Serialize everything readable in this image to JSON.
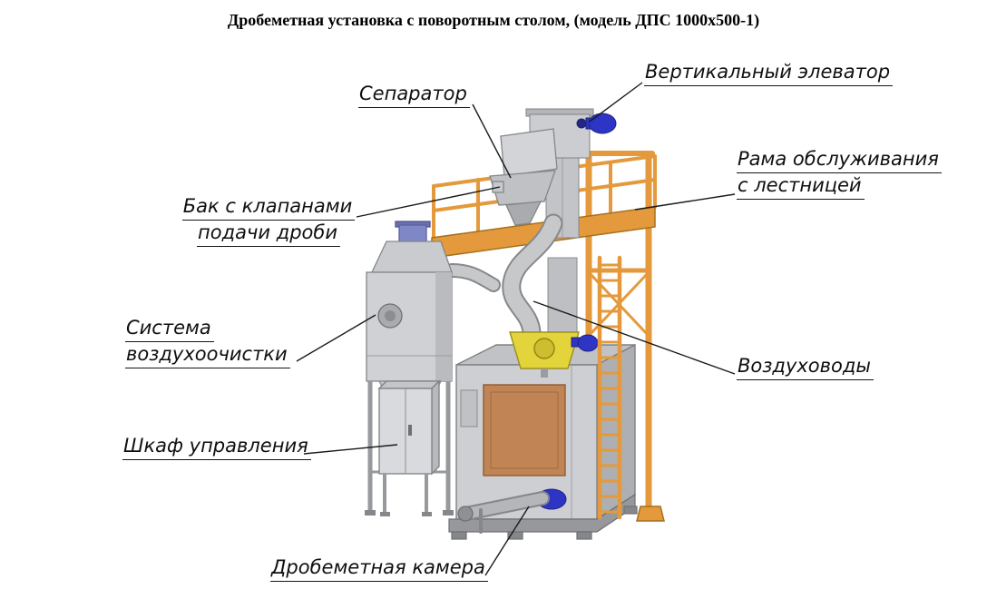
{
  "title": "Дробеметная установка с поворотным столом, (модель ДПС 1000х500-1)",
  "labels": {
    "separator": {
      "text": "Сепаратор"
    },
    "elevator": {
      "text": "Вертикальный элеватор"
    },
    "service_frame": {
      "line1": "Рама обслуживания",
      "line2": "с лестницей"
    },
    "shot_tank": {
      "line1": "Бак с клапанами",
      "line2": "подачи дроби"
    },
    "air_cleaning": {
      "line1": "Система",
      "line2": "воздухоочистки"
    },
    "air_ducts": {
      "text": "Воздуховоды"
    },
    "control_cabinet": {
      "text": "Шкаф управления"
    },
    "blast_chamber": {
      "text": "Дробеметная камера"
    }
  },
  "colors": {
    "frame_orange": "#E49A3C",
    "machine_gray": "#CDCFD3",
    "motor_blue": "#2E35C4",
    "drive_yellow": "#E4D43C",
    "door_copper": "#C08455",
    "leader_line": "#1A1A1A"
  }
}
